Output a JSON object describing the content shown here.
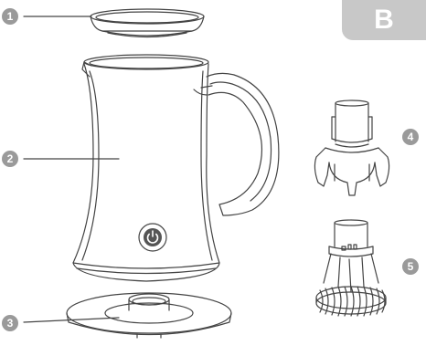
{
  "section": {
    "letter": "B"
  },
  "callouts": [
    {
      "number": "1",
      "part": "lid"
    },
    {
      "number": "2",
      "part": "jug"
    },
    {
      "number": "3",
      "part": "power-base"
    },
    {
      "number": "4",
      "part": "frothing-attachment"
    },
    {
      "number": "5",
      "part": "whisk-attachment"
    }
  ],
  "colors": {
    "outline": "#444444",
    "callout": "#9a9a9a",
    "tab": "#c8c8c8",
    "background": "#ffffff"
  },
  "icons": {
    "jug_button": "power-icon"
  }
}
